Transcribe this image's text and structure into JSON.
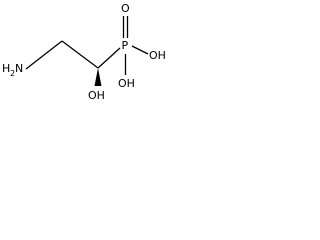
{
  "molecule": {
    "atoms": {
      "amine_h": "H",
      "amine_sub": "2",
      "amine_n": "N",
      "hydroxyl": "OH",
      "phosphorus": "P",
      "phosphoryl_o": "O",
      "p_hydroxyl_right": "OH",
      "p_hydroxyl_bottom": "OH"
    }
  }
}
